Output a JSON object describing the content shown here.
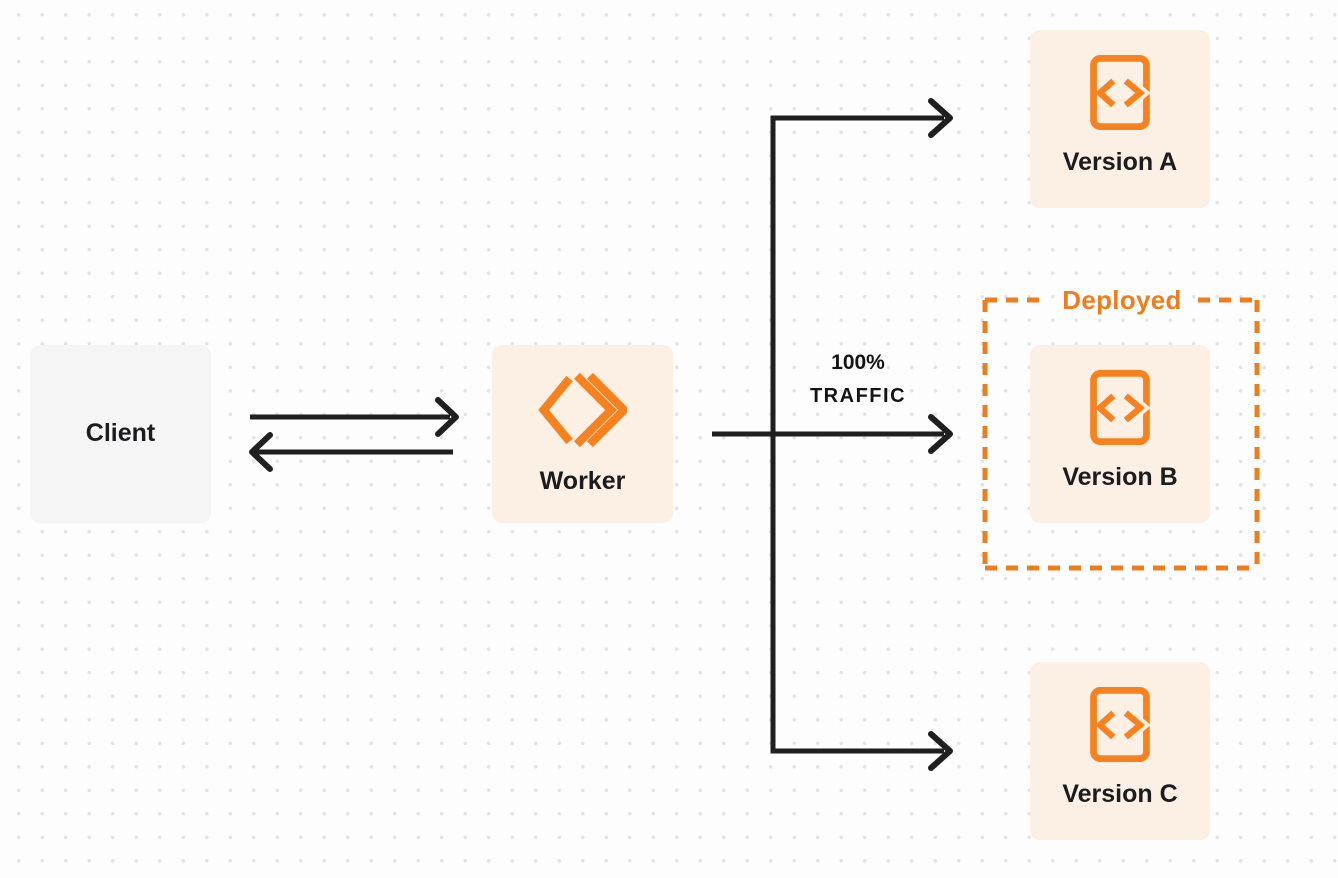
{
  "colors": {
    "accent_orange": "#F6821F",
    "deployed_orange": "#EE7D1E",
    "line_dark": "#1F1F1F",
    "node_cream_bg": "#FBF0E3",
    "client_gray_bg": "#F5F5F6",
    "page_bg": "#FDFDFD",
    "dot_gray": "#E3E3E6",
    "label_dark": "#1C1C1E"
  },
  "nodes": {
    "client": {
      "label": "Client"
    },
    "worker": {
      "label": "Worker",
      "icon": "cloudflare-workers-icon"
    },
    "version_a": {
      "label": "Version A",
      "icon": "code-file-icon"
    },
    "version_b": {
      "label": "Version B",
      "icon": "code-file-icon"
    },
    "version_c": {
      "label": "Version C",
      "icon": "code-file-icon"
    }
  },
  "annotations": {
    "deployed": "Deployed",
    "traffic": {
      "line1": "100%",
      "line2": "TRAFFIC"
    }
  },
  "edges": [
    {
      "from": "client",
      "to": "worker",
      "style": "arrow-right"
    },
    {
      "from": "worker",
      "to": "client",
      "style": "arrow-left"
    },
    {
      "from": "worker",
      "to": "version_a",
      "style": "arrow"
    },
    {
      "from": "worker",
      "to": "version_b",
      "style": "arrow",
      "label": "100% TRAFFIC"
    },
    {
      "from": "worker",
      "to": "version_c",
      "style": "arrow"
    }
  ]
}
